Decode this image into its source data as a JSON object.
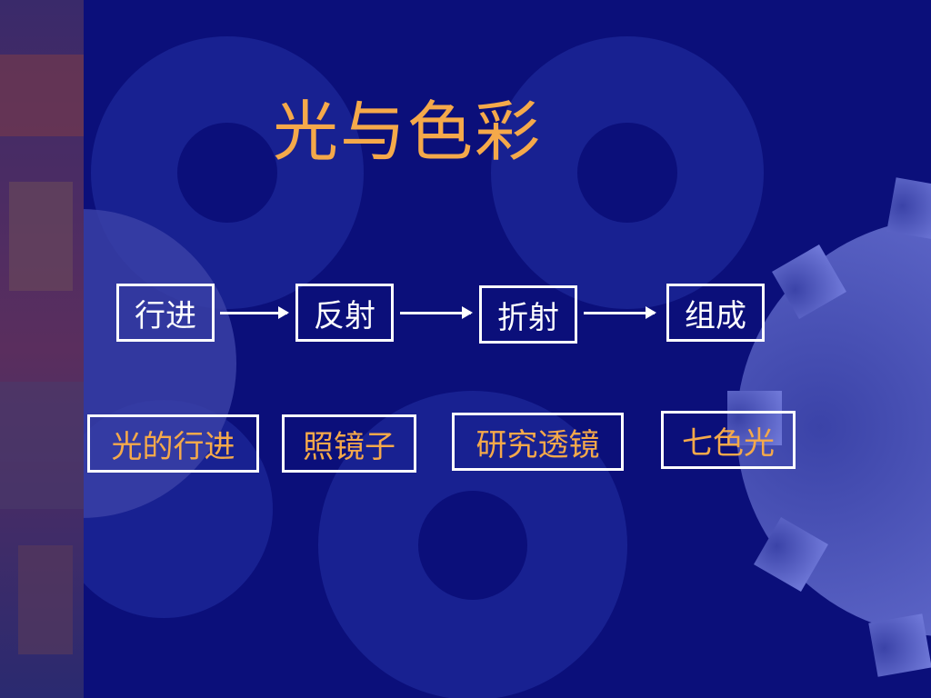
{
  "slide": {
    "title": "光与色彩",
    "steps": [
      {
        "label": "行进"
      },
      {
        "label": "反射"
      },
      {
        "label": "折射"
      },
      {
        "label": "组成"
      }
    ],
    "topics": [
      {
        "label": "光的行进"
      },
      {
        "label": "照镜子"
      },
      {
        "label": "研究透镜"
      },
      {
        "label": "七色光"
      }
    ],
    "colors": {
      "background": "#0b0f7a",
      "title": "#f5a94a",
      "step_text": "#ffffff",
      "topic_text": "#f5a94a",
      "box_border": "#ffffff"
    }
  }
}
